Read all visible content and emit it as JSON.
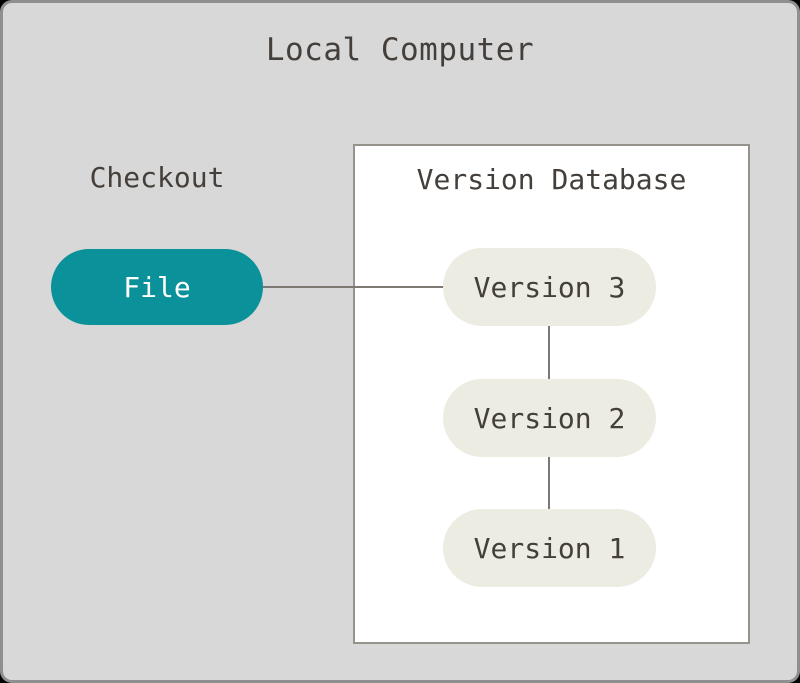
{
  "diagram": {
    "title": "Local Computer",
    "checkout": {
      "label": "Checkout"
    },
    "file_node": {
      "label": "File"
    },
    "version_database": {
      "label": "Version Database",
      "versions": [
        {
          "label": "Version 3"
        },
        {
          "label": "Version 2"
        },
        {
          "label": "Version 1"
        }
      ]
    },
    "colors": {
      "background": "#d8d8d8",
      "panel_border": "#8f8f8f",
      "box_fill": "#ffffff",
      "box_border": "#96938d",
      "file_fill": "#0a9199",
      "file_text": "#ffffff",
      "version_fill": "#edece2",
      "text": "#443f3a",
      "connector": "#7d7871",
      "outer": "#000000"
    }
  }
}
